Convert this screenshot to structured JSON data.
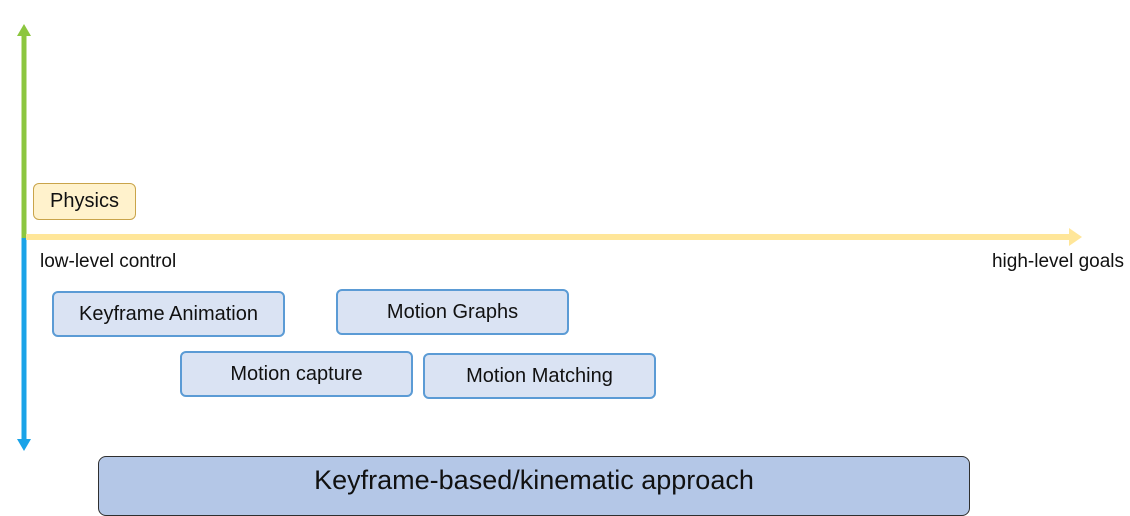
{
  "colors": {
    "vertical_top": "#8cc63f",
    "vertical_bottom": "#1aa3e8",
    "horizontal_arrow": "#ffe699",
    "method_fill": "#dae3f3",
    "method_border": "#5b9bd5",
    "physics_fill": "#fff2cc",
    "banner_fill": "#b4c7e7"
  },
  "physics_label": "Physics",
  "axis": {
    "left_label": "low-level control",
    "right_label": "high-level goals"
  },
  "methods": {
    "keyframe_animation": "Keyframe Animation",
    "motion_graphs": "Motion Graphs",
    "motion_capture": "Motion capture",
    "motion_matching": "Motion Matching"
  },
  "banner": "Keyframe-based/kinematic approach"
}
